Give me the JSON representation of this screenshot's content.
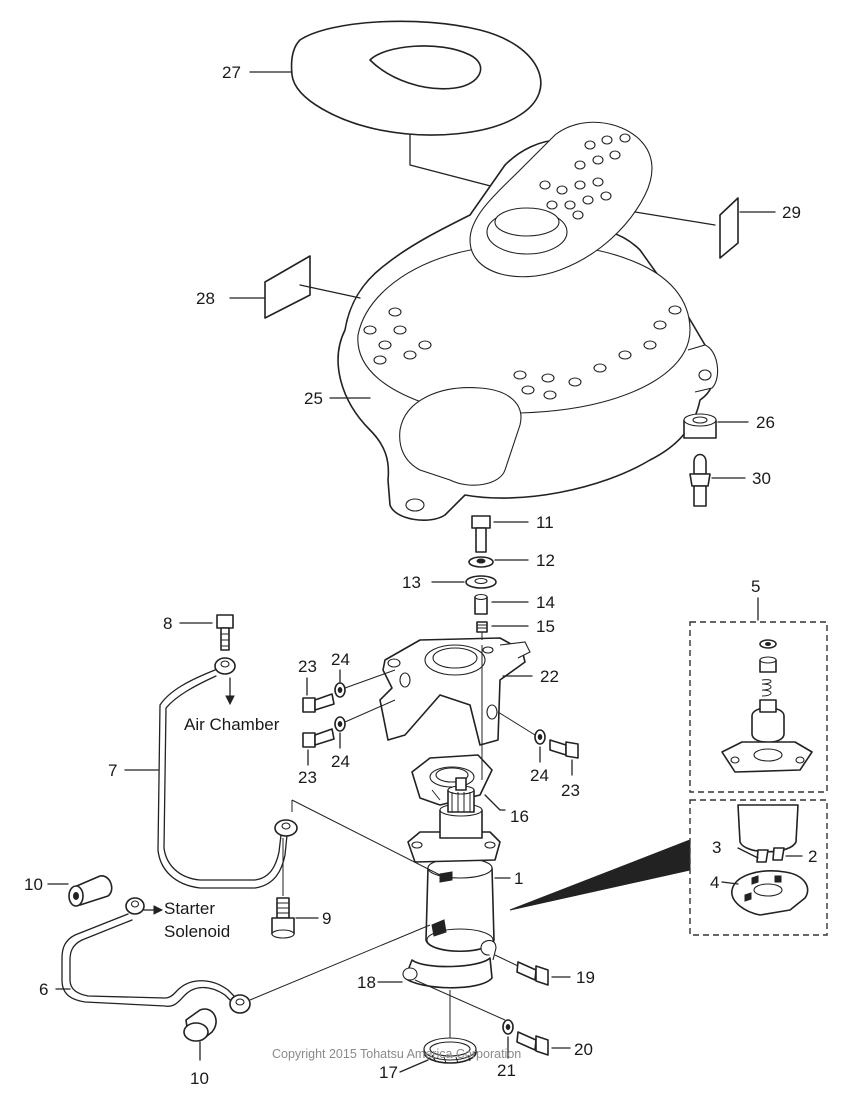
{
  "callouts": {
    "n1": "1",
    "n2": "2",
    "n3": "3",
    "n4": "4",
    "n5": "5",
    "n6": "6",
    "n7": "7",
    "n8": "8",
    "n9": "9",
    "n10a": "10",
    "n10b": "10",
    "n11": "11",
    "n12": "12",
    "n13": "13",
    "n14": "14",
    "n15": "15",
    "n16": "16",
    "n17": "17",
    "n18": "18",
    "n19": "19",
    "n20": "20",
    "n21": "21",
    "n22": "22",
    "n23a": "23",
    "n23b": "23",
    "n23c": "23",
    "n24a": "24",
    "n24b": "24",
    "n24c": "24",
    "n25": "25",
    "n26": "26",
    "n27": "27",
    "n28": "28",
    "n29": "29",
    "n30": "30"
  },
  "labels": {
    "air_chamber": "Air Chamber",
    "starter_line1": "Starter",
    "starter_line2": "Solenoid"
  },
  "copyright": "Copyright 2015 Tohatsu America Corporation"
}
